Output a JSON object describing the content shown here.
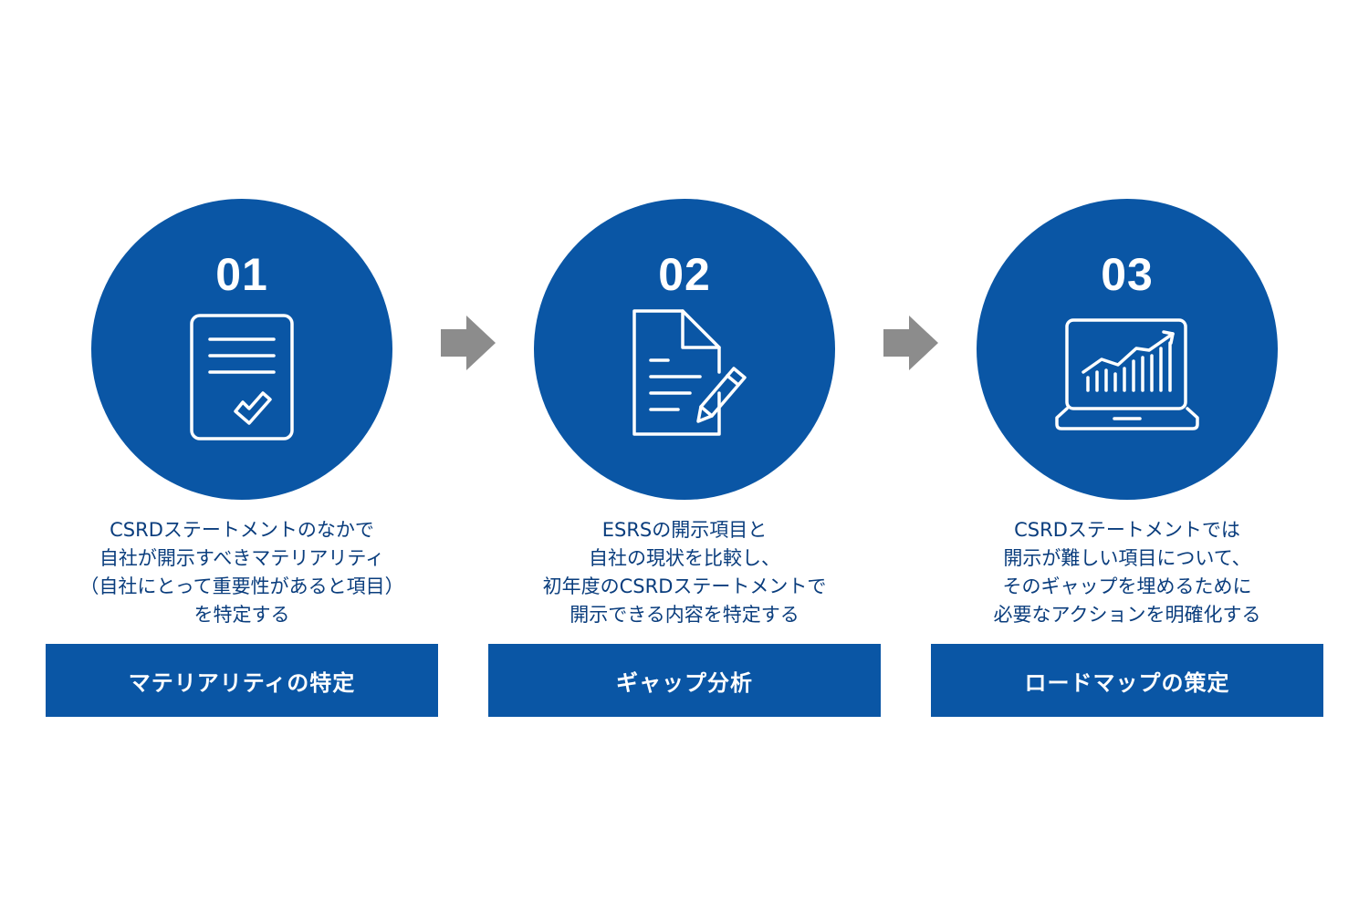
{
  "colors": {
    "primary": "#0a56a5",
    "text": "#0a3d7d",
    "arrow": "#8c8c8c",
    "icon_stroke": "#ffffff"
  },
  "steps": [
    {
      "number": "01",
      "icon": "document-check-icon",
      "description": [
        "CSRDステートメントのなかで",
        "自社が開示すべきマテリアリティ",
        "（自社にとって重要性があると項目）",
        "を特定する"
      ],
      "label": "マテリアリティの特定"
    },
    {
      "number": "02",
      "icon": "document-pencil-icon",
      "description": [
        "ESRSの開示項目と",
        "自社の現状を比較し、",
        "初年度のCSRDステートメントで",
        "開示できる内容を特定する"
      ],
      "label": "ギャップ分析"
    },
    {
      "number": "03",
      "icon": "laptop-chart-icon",
      "description": [
        "CSRDステートメントでは",
        "開示が難しい項目について、",
        "そのギャップを埋めるために",
        "必要なアクションを明確化する"
      ],
      "label": "ロードマップの策定"
    }
  ],
  "arrows": [
    "arrow-right-icon",
    "arrow-right-icon"
  ]
}
